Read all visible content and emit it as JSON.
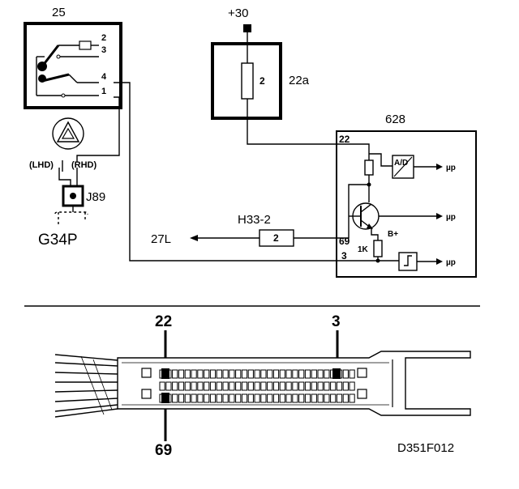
{
  "relay": {
    "id": "25",
    "pins": [
      "2",
      "3",
      "4",
      "1"
    ]
  },
  "supply": {
    "label": "+30"
  },
  "fuse_box": {
    "id": "22a",
    "fuse_pin": "2"
  },
  "ecu": {
    "id": "628",
    "pins": {
      "p22": "22",
      "p69": "69",
      "p3": "3"
    },
    "labels": {
      "ad": "A/D",
      "bplus": "B+",
      "resistor": "1K"
    },
    "outputs": [
      "µp",
      "µp",
      "µp"
    ]
  },
  "switch_block": {
    "lhd": "(LHD)",
    "rhd": "(RHD)",
    "j89": "J89",
    "g34p": "G34P"
  },
  "connector_h": {
    "id": "H33-2",
    "pin": "2"
  },
  "destination": {
    "label": "27L"
  },
  "connector_view": {
    "pin_top_left": "22",
    "pin_top_right": "3",
    "pin_bottom": "69"
  },
  "figure_code": "D351F012"
}
